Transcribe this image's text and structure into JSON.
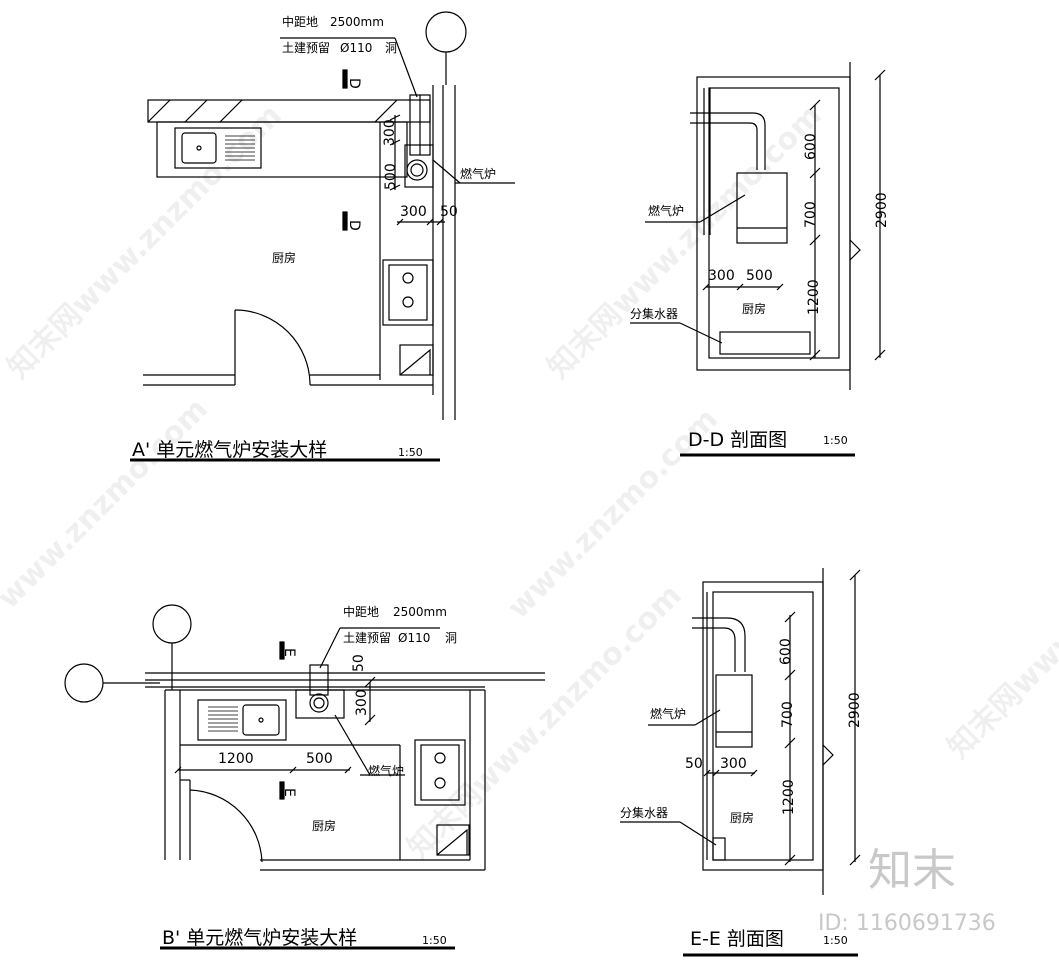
{
  "drawings": {
    "plan_a": {
      "title": "A' 单元燃气炉安装大样",
      "scale": "1:50",
      "note_height": "中距地",
      "note_height_value": "2500mm",
      "note_hole": "土建预留",
      "note_hole_value": "Ø110",
      "note_hole_suffix": "洞",
      "heater_label": "燃气炉",
      "room_label": "厨房",
      "section_mark": "D",
      "dims": [
        "500",
        "300",
        "300",
        "50"
      ]
    },
    "section_dd": {
      "title": "D-D 剖面图",
      "scale": "1:50",
      "heater_label": "燃气炉",
      "manifold_label": "分集水器",
      "room_label": "厨房",
      "dims": [
        "600",
        "700",
        "1200",
        "2900",
        "300",
        "500"
      ]
    },
    "plan_b": {
      "title": "B' 单元燃气炉安装大样",
      "scale": "1:50",
      "note_height": "中距地",
      "note_height_value": "2500mm",
      "note_hole": "土建预留",
      "note_hole_value": "Ø110",
      "note_hole_suffix": "洞",
      "heater_label": "燃气炉",
      "room_label": "厨房",
      "section_mark": "E",
      "dims": [
        "1200",
        "500",
        "50",
        "300"
      ]
    },
    "section_ee": {
      "title": "E-E 剖面图",
      "scale": "1:50",
      "heater_label": "燃气炉",
      "manifold_label": "分集水器",
      "room_label": "厨房",
      "dims": [
        "600",
        "700",
        "1200",
        "2900",
        "50",
        "300"
      ]
    }
  },
  "branding": {
    "logo_text": "知末",
    "id_text": "ID: 1160691736"
  },
  "watermarks": [
    "知末网www.znzmo.com",
    "知末网www.znzmo.com",
    "www.znzmo.com",
    "www.znzmo.com",
    "知末网www.znzmo.com",
    "知末网www.znzmo.com"
  ]
}
